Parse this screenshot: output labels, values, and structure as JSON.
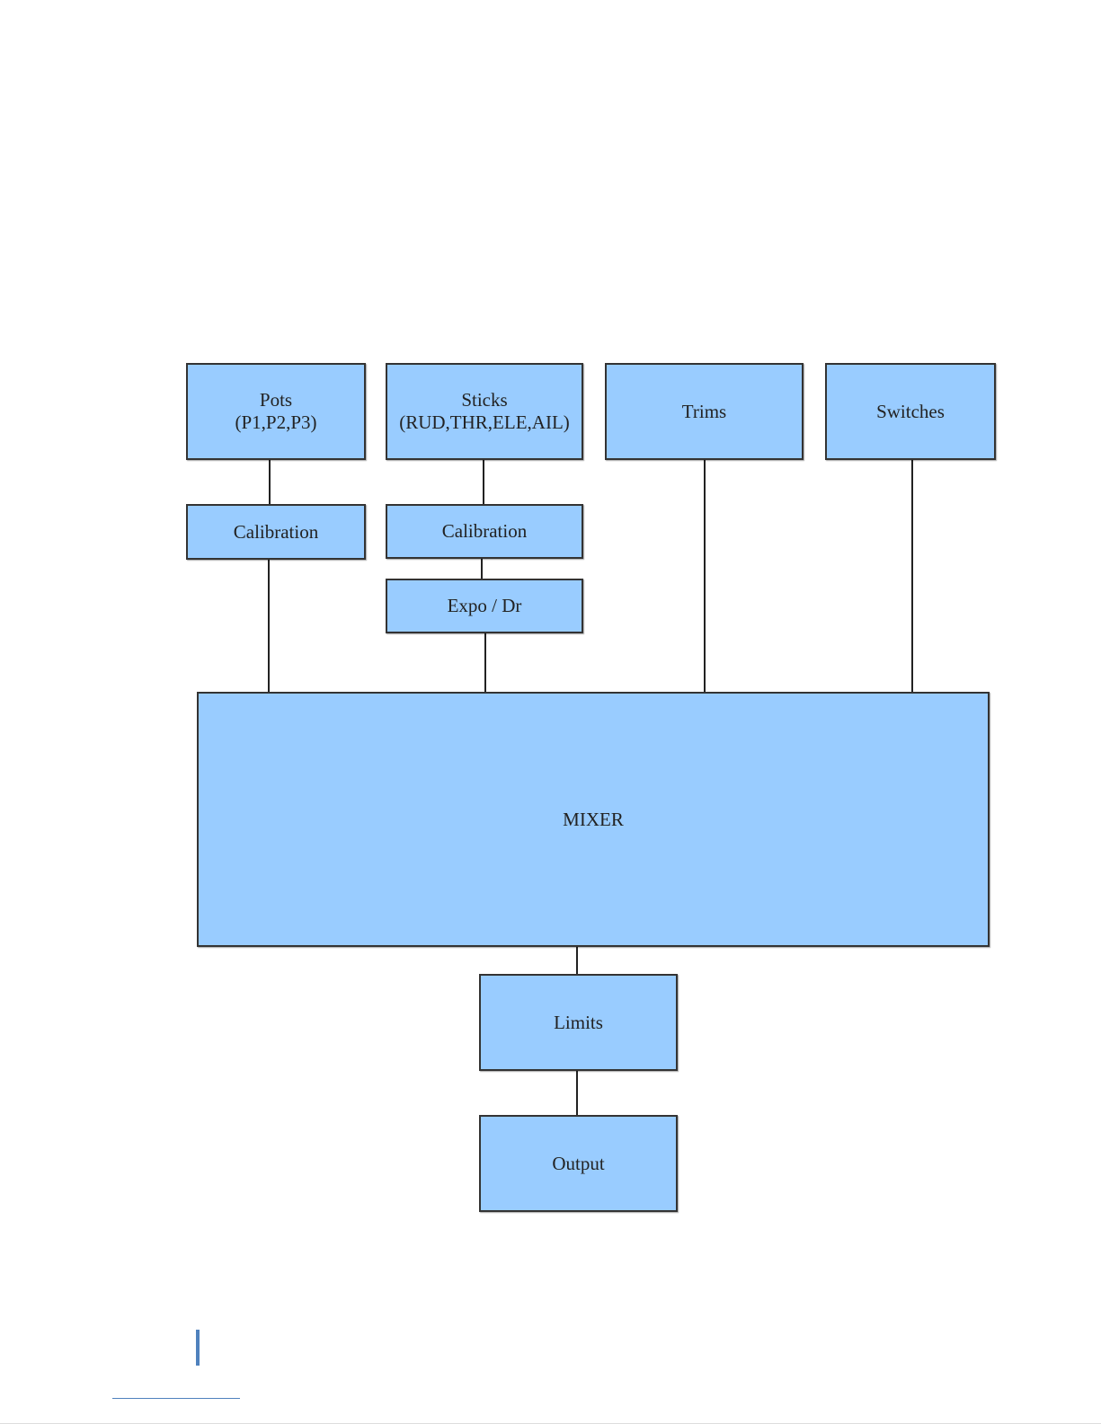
{
  "diagram": {
    "nodes": {
      "pots": {
        "label": "Pots\n(P1,P2,P3)"
      },
      "sticks": {
        "label": "Sticks\n(RUD,THR,ELE,AIL)"
      },
      "trims": {
        "label": "Trims"
      },
      "switches": {
        "label": "Switches"
      },
      "pots_calibration": {
        "label": "Calibration"
      },
      "sticks_calibration": {
        "label": "Calibration"
      },
      "expo_dr": {
        "label": "Expo / Dr"
      },
      "mixer": {
        "label": "MIXER"
      },
      "limits": {
        "label": "Limits"
      },
      "output": {
        "label": "Output"
      }
    },
    "edges": [
      {
        "from": "pots",
        "to": "pots_calibration"
      },
      {
        "from": "pots_calibration",
        "to": "mixer"
      },
      {
        "from": "sticks",
        "to": "sticks_calibration"
      },
      {
        "from": "sticks_calibration",
        "to": "expo_dr"
      },
      {
        "from": "expo_dr",
        "to": "mixer"
      },
      {
        "from": "trims",
        "to": "mixer"
      },
      {
        "from": "switches",
        "to": "mixer"
      },
      {
        "from": "mixer",
        "to": "limits"
      },
      {
        "from": "limits",
        "to": "output"
      }
    ],
    "colors": {
      "node_fill": "#99ccff",
      "node_border": "#333333",
      "connector": "#222222",
      "footer_accent": "#4f81bd"
    }
  }
}
